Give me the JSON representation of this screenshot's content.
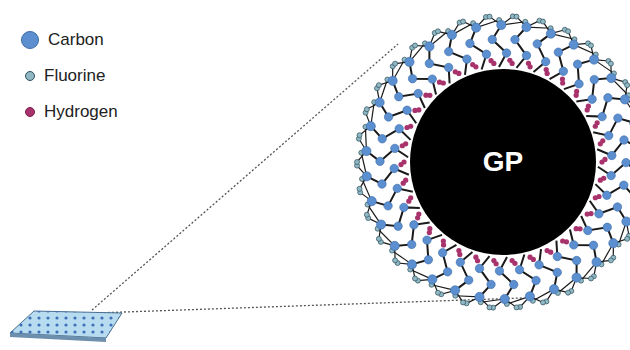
{
  "diagram": {
    "nodes": [
      {
        "text": [
          "GP"
        ]
      }
    ],
    "legend": [
      {
        "text": "Carbon",
        "color": "#5b8fd0"
      },
      {
        "text": "Fluorine",
        "color": "#8fb8c4"
      },
      {
        "text": "Hydrogen",
        "color": "#a8336c"
      }
    ]
  }
}
